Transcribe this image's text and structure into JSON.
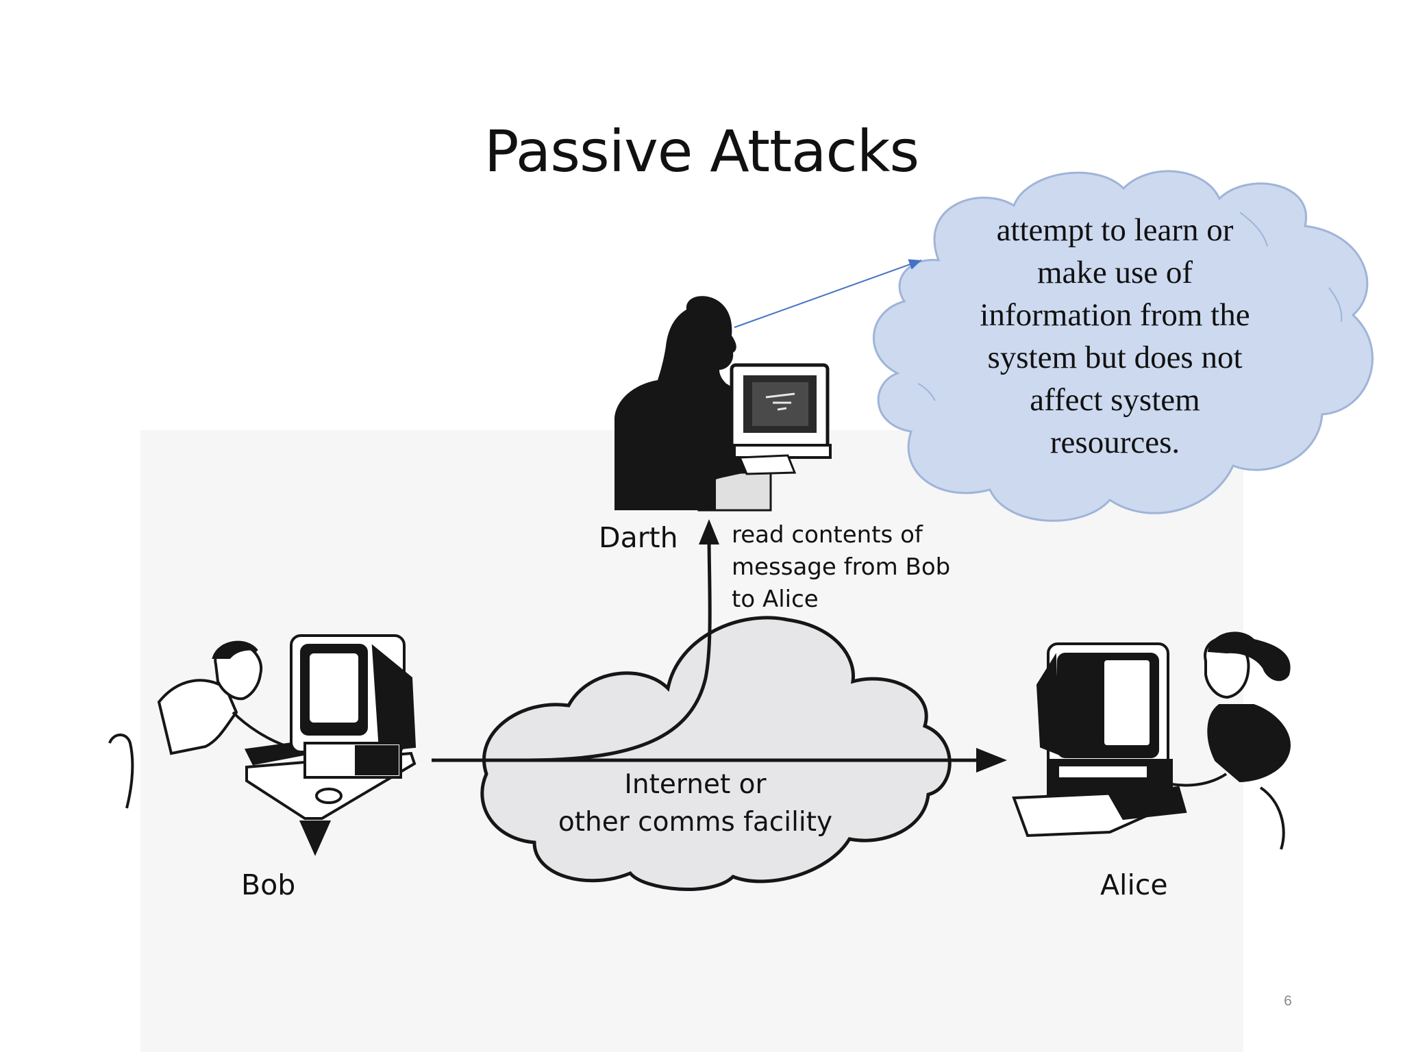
{
  "slide": {
    "title": "Passive Attacks",
    "page_number": "6"
  },
  "callout": {
    "lines": [
      "attempt to learn or",
      "make use of",
      "information from the",
      "system but does not",
      "affect system",
      "resources."
    ],
    "fill_color": "#ccd9ef",
    "stroke_color": "#9fb4d9",
    "pointer_color": "#4472c4"
  },
  "diagram": {
    "people": {
      "darth": "Darth",
      "bob": "Bob",
      "alice": "Alice"
    },
    "interception_note": {
      "lines": [
        "read contents of",
        "message from Bob",
        "to Alice"
      ]
    },
    "network": {
      "lines": [
        "Internet or",
        "other comms facility"
      ],
      "fill_color": "#e6e6e9"
    }
  }
}
